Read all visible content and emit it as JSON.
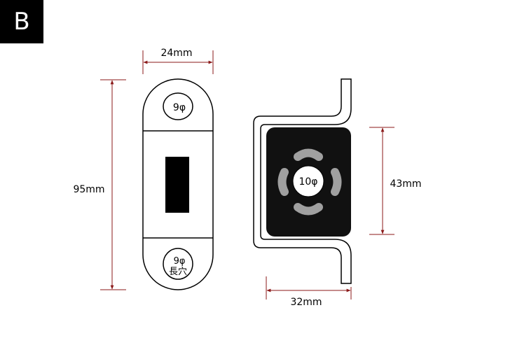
{
  "badge": {
    "letter": "B",
    "bg": "#000000",
    "fg": "#ffffff"
  },
  "front_view": {
    "top_hole_label": "9φ",
    "bottom_hole_label_line1": "9φ",
    "bottom_hole_label_line2": "長穴",
    "width_label": "24mm",
    "height_label": "95mm"
  },
  "side_view": {
    "center_hole_label": "10φ",
    "height_label": "43mm",
    "width_label": "32mm"
  },
  "colors": {
    "line": "#000000",
    "dim_line": "#8b1a1a",
    "rubber_block": "#111111",
    "rubber_slots": "#a0a0a0"
  }
}
